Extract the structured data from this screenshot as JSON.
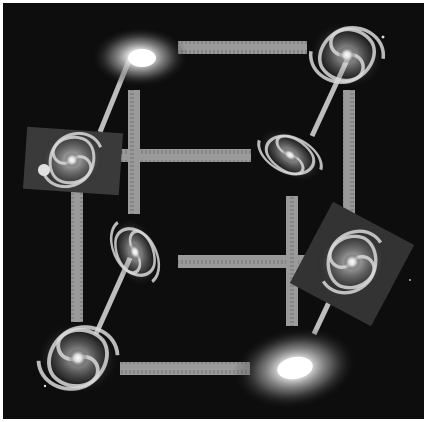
{
  "image": {
    "background_color": "#0d0d0d",
    "border_color": "#ffffff",
    "subject": "cube-lattice-of-spiral-and-elliptical-galaxies-connected-by-rulers-and-sticks"
  },
  "galaxies": [
    {
      "id": "top-left",
      "kind": "elliptical"
    },
    {
      "id": "top-right",
      "kind": "spiral"
    },
    {
      "id": "mid-left",
      "kind": "spiral"
    },
    {
      "id": "mid-center",
      "kind": "spiral"
    },
    {
      "id": "center-left",
      "kind": "spiral"
    },
    {
      "id": "mid-right",
      "kind": "spiral"
    },
    {
      "id": "bottom-left",
      "kind": "spiral"
    },
    {
      "id": "bottom-right",
      "kind": "elliptical"
    }
  ],
  "colors": {
    "ruler": "#9a9a9a",
    "ruler_tick": "#6a6a6a",
    "stick": "#bdbdbd",
    "glow": "#ffffff"
  }
}
